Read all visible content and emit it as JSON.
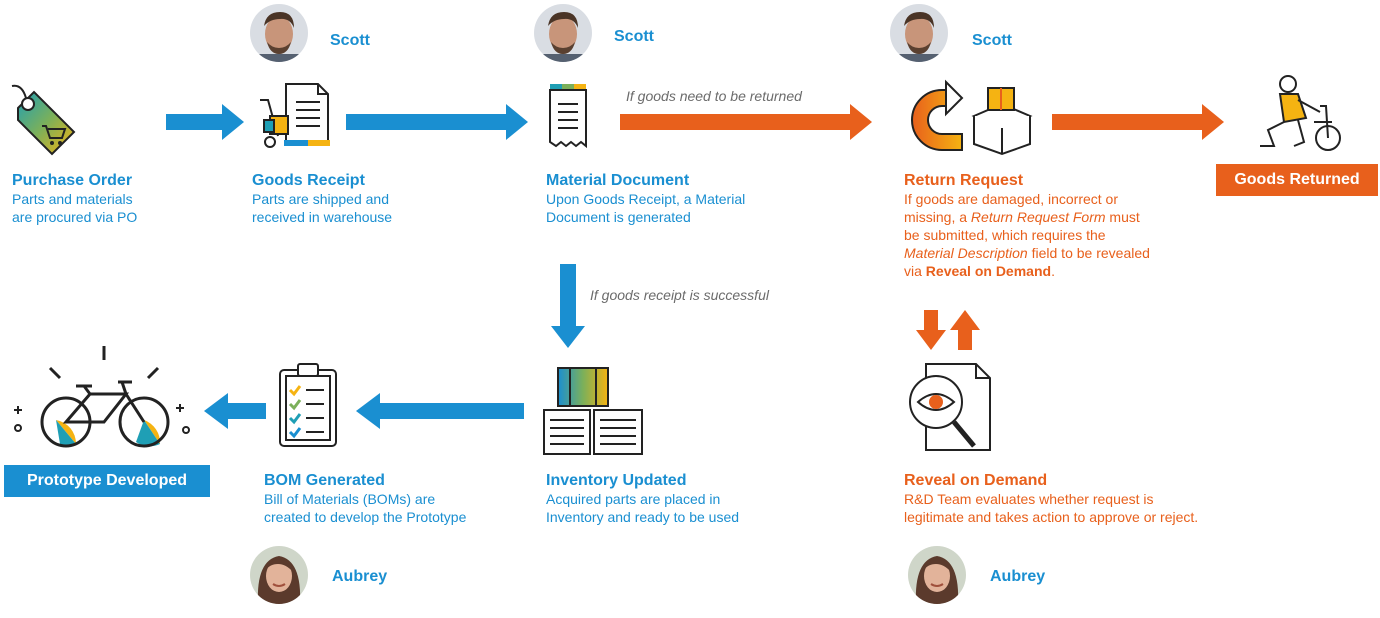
{
  "colors": {
    "blue": "#1a8fd1",
    "orange": "#e8601c",
    "gold": "#f5b312",
    "teal": "#1f9fb5",
    "note": "#6b6b6b"
  },
  "people": {
    "scott_1": "Scott",
    "scott_2": "Scott",
    "scott_3": "Scott",
    "aubrey_1": "Aubrey",
    "aubrey_2": "Aubrey"
  },
  "steps": {
    "purchase_order": {
      "title": "Purchase Order",
      "desc_1": "Parts and materials",
      "desc_2": "are procured via PO",
      "icon": "price-tag-cart-icon"
    },
    "goods_receipt": {
      "title": "Goods Receipt",
      "desc_1": "Parts are shipped and",
      "desc_2": "received in warehouse",
      "icon": "hand-truck-document-icon"
    },
    "material_document": {
      "title": "Material Document",
      "desc_1": "Upon Goods Receipt, a Material",
      "desc_2": "Document is generated",
      "icon": "receipt-icon"
    },
    "return_request": {
      "title": "Return Request",
      "line_1": "If goods are damaged, incorrect or",
      "line_2a": "missing, a ",
      "line_2b": "Return Request Form",
      "line_2c": " must",
      "line_3": "be submitted, which requires the",
      "line_4a": "Material Description",
      "line_4b": " field to be revealed",
      "line_5a": "via ",
      "line_5b": "Reveal on Demand",
      "line_5c": ".",
      "icon": "return-box-icon"
    },
    "goods_returned": {
      "label": "Goods Returned",
      "icon": "person-with-bike-icon"
    },
    "inventory_updated": {
      "title": "Inventory Updated",
      "desc_1": "Acquired parts are placed in",
      "desc_2": "Inventory and ready to be used",
      "icon": "crates-icon"
    },
    "bom_generated": {
      "title": "BOM Generated",
      "desc_1": "Bill of Materials (BOMs) are",
      "desc_2": "created to develop the Prototype",
      "icon": "clipboard-checklist-icon"
    },
    "prototype": {
      "label": "Prototype Developed",
      "icon": "bicycle-icon"
    },
    "reveal_on_demand": {
      "title": "Reveal on Demand",
      "desc_1": "R&D Team evaluates whether request is",
      "desc_2": "legitimate and takes action to approve or reject.",
      "icon": "document-eye-magnifier-icon"
    }
  },
  "conditions": {
    "returned": "If goods need to be returned",
    "successful": "If goods receipt is successful"
  }
}
